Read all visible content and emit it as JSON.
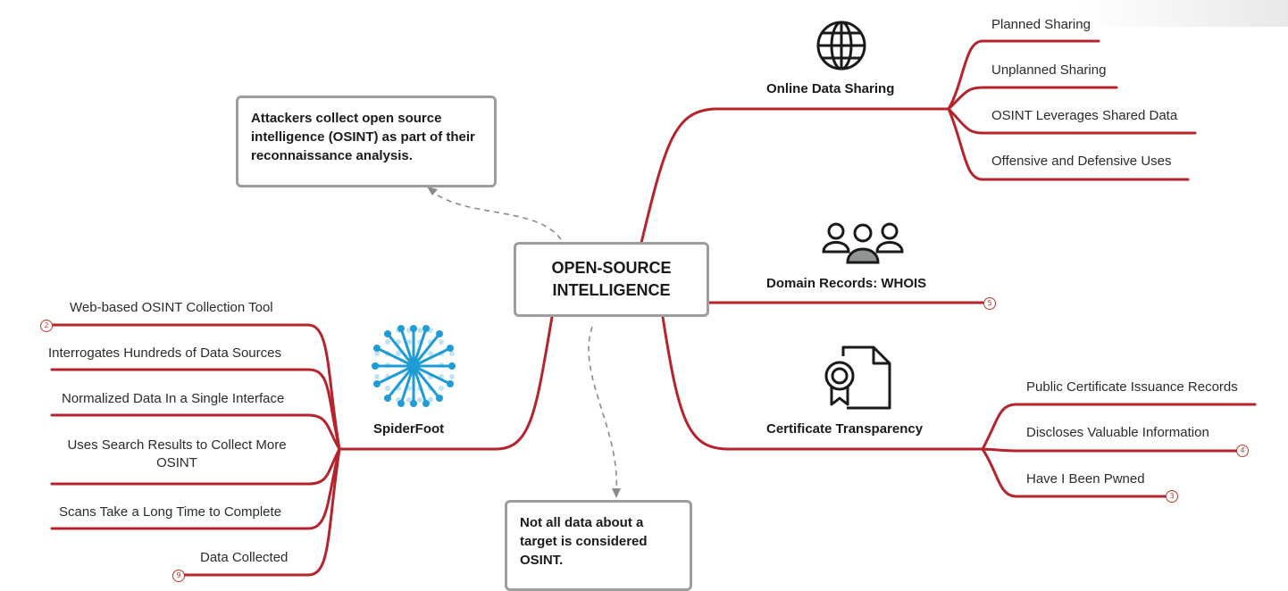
{
  "central": {
    "title": "OPEN-SOURCE INTELLIGENCE"
  },
  "callouts": {
    "top": "Attackers collect open source intelligence (OSINT) as part of their reconnaissance analysis.",
    "bottom": "Not all data about a target is considered OSINT."
  },
  "topics": {
    "online_data_sharing": {
      "label": "Online Data Sharing",
      "icon": "globe-icon",
      "items": [
        "Planned Sharing",
        "Unplanned Sharing",
        "OSINT Leverages Shared Data",
        "Offensive and Defensive Uses"
      ]
    },
    "domain_records": {
      "label": "Domain Records: WHOIS",
      "icon": "people-group-icon",
      "badge": "5"
    },
    "certificate_transparency": {
      "label": "Certificate Transparency",
      "icon": "certificate-document-icon",
      "items": [
        "Public Certificate Issuance Records",
        "Discloses Valuable Information",
        "Have I Been Pwned"
      ],
      "badges": [
        "",
        "4",
        "3"
      ]
    },
    "spiderfoot": {
      "label": "SpiderFoot",
      "icon": "spiderfoot-logo-icon",
      "items": [
        "Web-based OSINT Collection Tool",
        "Interrogates Hundreds of Data Sources",
        "Normalized Data In a Single Interface",
        "Uses Search Results to Collect More OSINT",
        "Scans Take a Long Time to Complete",
        "Data Collected"
      ],
      "badges": [
        "2",
        "",
        "",
        "",
        "",
        "9"
      ]
    }
  },
  "colors": {
    "branch": "#b5242c",
    "box_border": "#9d9d9d",
    "spider_blue": "#1f9bd7"
  }
}
